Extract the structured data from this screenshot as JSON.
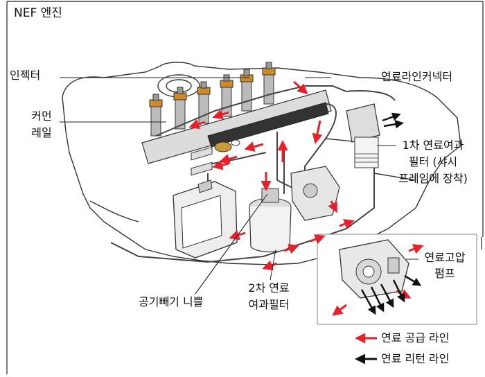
{
  "title": "NEF 엔진",
  "labels": {
    "injector": "인젝터",
    "common_rail_1": "커먼",
    "common_rail_2": "레일",
    "fuel_line_connector": "연료라인커넥터",
    "primary_filter_1": "1차 연료여과",
    "primary_filter_2": "필터 (샤시",
    "primary_filter_3": "프레임에 장착)",
    "high_pressure_pump_1": "연료고압",
    "high_pressure_pump_2": "펌프",
    "bleed_nipple": "공기빼기 니쁠",
    "secondary_filter_1": "2차 연료",
    "secondary_filter_2": "여과필터"
  },
  "legend": {
    "supply": "연료 공급 라인",
    "return": "연료 리턴 라인",
    "supply_color": "#e8202a",
    "return_color": "#111111"
  }
}
